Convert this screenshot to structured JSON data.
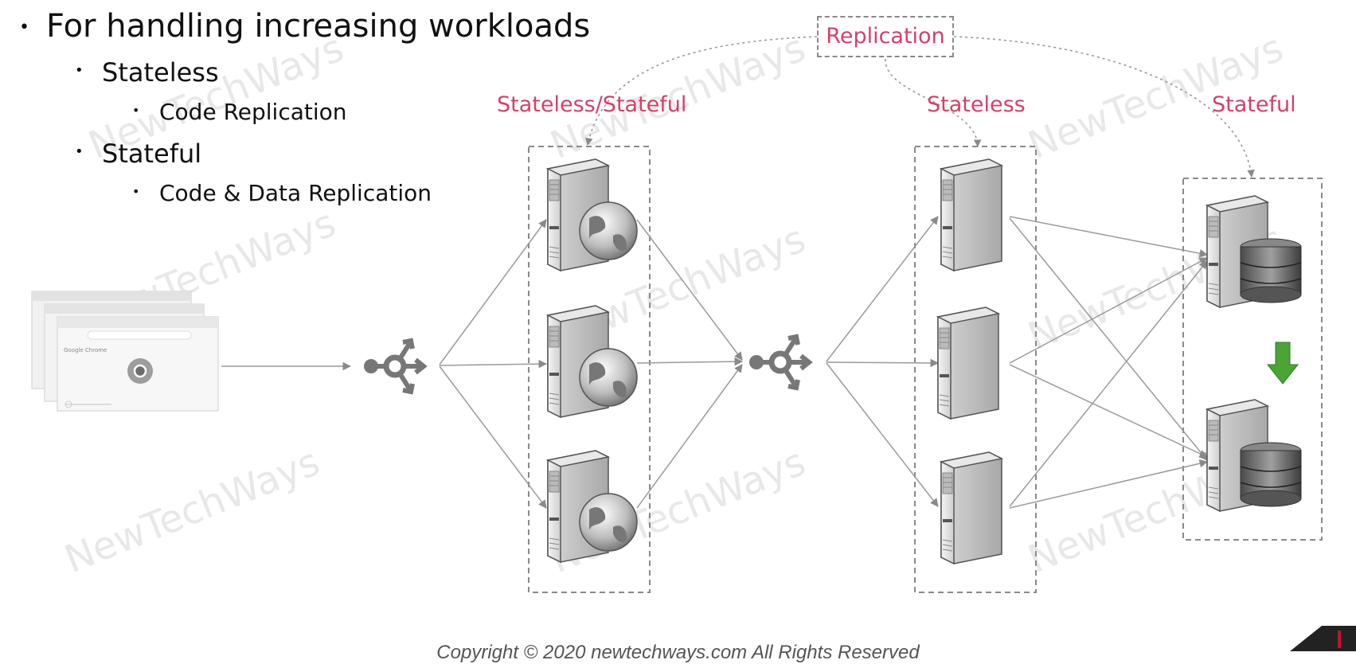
{
  "bullets": {
    "main": "For handling increasing workloads",
    "stateless": "Stateless",
    "stateless_sub": "Code Replication",
    "stateful": "Stateful",
    "stateful_sub": "Code & Data Replication"
  },
  "labels": {
    "replication": "Replication",
    "stateless_stateful": "Stateless/Stateful",
    "stateless": "Stateless",
    "stateful": "Stateful"
  },
  "browser": {
    "title": "Google Chrome"
  },
  "watermark": "NewTechWays",
  "footer": "Copyright © 2020 newtechways.com All Rights Reserved",
  "colors": {
    "label": "#d64068",
    "arrow_down": "#4aa535",
    "line": "#9a9a9a"
  },
  "icons": {
    "browser": "browser-window-icon",
    "load_balancer": "load-balancer-icon",
    "web_server": "web-server-icon",
    "app_server": "server-icon",
    "db_server": "database-server-icon"
  }
}
